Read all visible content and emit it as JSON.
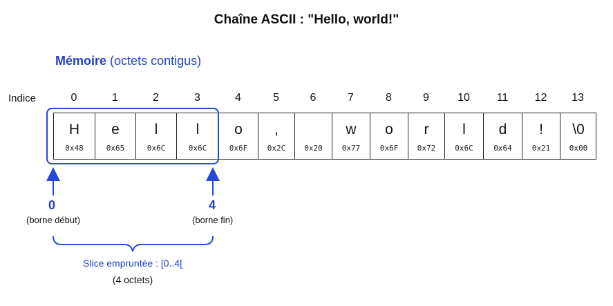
{
  "title": "Chaîne ASCII :  \"Hello, world!\"",
  "memory_heading": {
    "bold": "Mémoire",
    "rest": "(octets contigus)"
  },
  "index_label": "Indice",
  "indices": [
    "0",
    "1",
    "2",
    "3",
    "4",
    "5",
    "6",
    "7",
    "8",
    "9",
    "10",
    "11",
    "12",
    "13"
  ],
  "bytes": [
    {
      "char": "H",
      "hex": "0x48"
    },
    {
      "char": "e",
      "hex": "0x65"
    },
    {
      "char": "l",
      "hex": "0x6C"
    },
    {
      "char": "l",
      "hex": "0x6C"
    },
    {
      "char": "o",
      "hex": "0x6F"
    },
    {
      "char": ",",
      "hex": "0x2C"
    },
    {
      "char": "",
      "hex": "0x20"
    },
    {
      "char": "w",
      "hex": "0x77"
    },
    {
      "char": "o",
      "hex": "0x6F"
    },
    {
      "char": "r",
      "hex": "0x72"
    },
    {
      "char": "l",
      "hex": "0x6C"
    },
    {
      "char": "d",
      "hex": "0x64"
    },
    {
      "char": "!",
      "hex": "0x21"
    },
    {
      "char": "\\0",
      "hex": "0x00"
    }
  ],
  "start_bound": {
    "value": "0",
    "label": "(borne début)"
  },
  "end_bound": {
    "value": "4",
    "label": "(borne fin)"
  },
  "slice": {
    "label": "Slice empruntée : [0..4[",
    "size": "(4 octets)"
  },
  "colors": {
    "accent": "#1f3fd1",
    "border": "#222222"
  }
}
